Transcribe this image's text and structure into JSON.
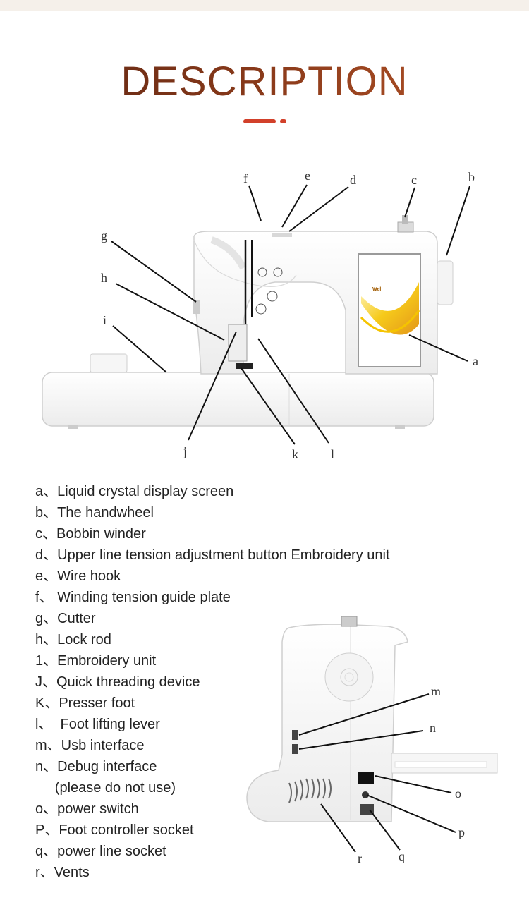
{
  "title": "DESCRIPTION",
  "accent_color": "#d2402a",
  "front_labels": [
    "f",
    "e",
    "d",
    "c",
    "b",
    "g",
    "h",
    "i",
    "a",
    "j",
    "k",
    "l"
  ],
  "side_labels": [
    "m",
    "n",
    "o",
    "p",
    "q",
    "r"
  ],
  "screen_brand": "Wel",
  "legend": [
    "a、Liquid crystal display screen",
    "b、The handwheel",
    "c、Bobbin winder",
    "d、Upper line tension adjustment button Embroidery unit",
    "e、Wire hook",
    "f、 Winding tension guide plate",
    "g、Cutter",
    "h、Lock rod",
    "1、Embroidery unit",
    "J、Quick threading device",
    "K、Presser foot",
    "l、  Foot lifting lever",
    "m、Usb interface",
    "n、Debug interface",
    "     (please do not use)",
    "o、power switch",
    "P、Foot controller socket",
    "q、power line socket",
    "r、Vents"
  ]
}
